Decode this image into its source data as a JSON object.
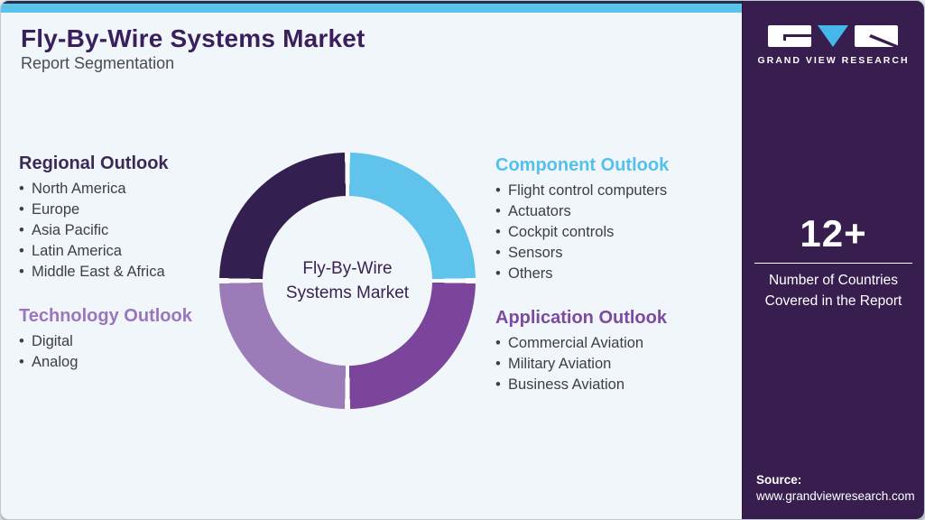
{
  "header": {
    "title": "Fly-By-Wire Systems Market",
    "subtitle": "Report Segmentation"
  },
  "sections": {
    "regional": {
      "title": "Regional Outlook",
      "accent_color": "#3a2a55",
      "items": [
        "North America",
        "Europe",
        "Asia Pacific",
        "Latin America",
        "Middle East & Africa"
      ]
    },
    "technology": {
      "title": "Technology Outlook",
      "accent_color": "#9b76be",
      "items": [
        "Digital",
        "Analog"
      ]
    },
    "component": {
      "title": "Component Outlook",
      "accent_color": "#55c0ec",
      "items": [
        "Flight control computers",
        "Actuators",
        "Cockpit controls",
        "Sensors",
        "Others"
      ]
    },
    "application": {
      "title": "Application Outlook",
      "accent_color": "#7c4aa0",
      "items": [
        "Commercial Aviation",
        "Military Aviation",
        "Business Aviation"
      ]
    }
  },
  "chart": {
    "type": "donut",
    "center_label_line1": "Fly-By-Wire",
    "center_label_line2": "Systems Market",
    "segments": [
      {
        "name": "Component Outlook",
        "color": "#5fc3ec",
        "value": 25,
        "position": "top-right"
      },
      {
        "name": "Application Outlook",
        "color": "#7b459b",
        "value": 25,
        "position": "bottom-right"
      },
      {
        "name": "Technology Outlook",
        "color": "#9c7cb8",
        "value": 25,
        "position": "bottom-left"
      },
      {
        "name": "Regional Outlook",
        "color": "#342050",
        "value": 25,
        "position": "top-left"
      }
    ]
  },
  "sidebar": {
    "logo_text": "GRAND VIEW RESEARCH",
    "stat_value": "12+",
    "stat_caption": "Number of Countries Covered in the Report",
    "source_label": "Source:",
    "source_url": "www.grandviewresearch.com",
    "background_color": "#371e4e"
  },
  "colors": {
    "top_bar": "#5bc2ea",
    "title": "#3a1f5e",
    "body_text": "#3e3e46",
    "page_background": "#f1f6fa",
    "logo_v_blue": "#45b7e8"
  }
}
